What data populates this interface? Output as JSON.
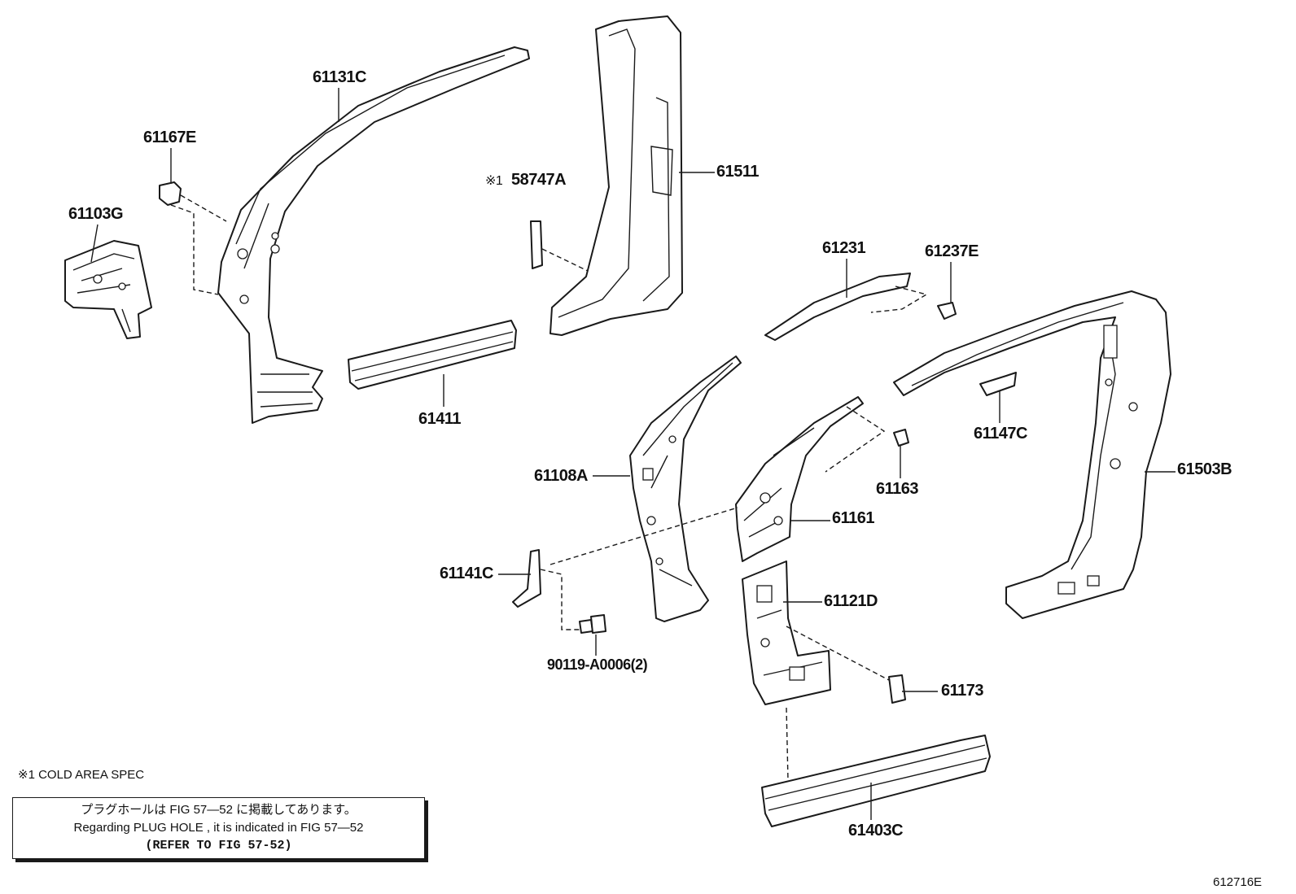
{
  "parts": {
    "p61131C": "61131C",
    "p61167E": "61167E",
    "p61103G": "61103G",
    "p58747A": "58747A",
    "p58747A_mark": "※1",
    "p61511": "61511",
    "p61411": "61411",
    "p61231": "61231",
    "p61237E": "61237E",
    "p61147C": "61147C",
    "p61108A": "61108A",
    "p61503B": "61503B",
    "p61163": "61163",
    "p61161": "61161",
    "p61141C": "61141C",
    "p61121D": "61121D",
    "p90119": "90119-A0006(2)",
    "p61173": "61173",
    "p61403C": "61403C"
  },
  "notes": {
    "cold_area": "※1 COLD AREA SPEC",
    "box_line1": "プラグホールは FIG 57—52 に掲載してあります。",
    "box_line2": "Regarding PLUG HOLE , it is indicated in FIG 57—52",
    "box_line3": "(REFER TO FIG 57-52)",
    "figure_id": "612716E"
  }
}
